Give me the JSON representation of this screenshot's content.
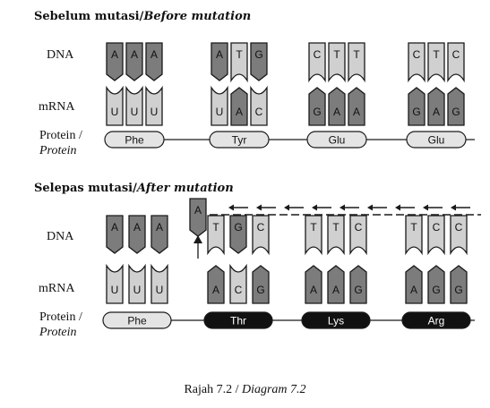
{
  "before": {
    "title": "Sebelum mutasi/",
    "title_en": "Before mutation",
    "row_labels": {
      "dna": "DNA",
      "mrna": "mRNA",
      "protein": "Protein /",
      "protein_en": "Protein"
    },
    "codons": [
      {
        "dna": [
          "A",
          "A",
          "A"
        ],
        "mrna": [
          "U",
          "U",
          "U"
        ],
        "amino_acid": "Phe"
      },
      {
        "dna": [
          "A",
          "T",
          "G"
        ],
        "mrna": [
          "U",
          "A",
          "C"
        ],
        "amino_acid": "Tyr"
      },
      {
        "dna": [
          "C",
          "T",
          "T"
        ],
        "mrna": [
          "G",
          "A",
          "A"
        ],
        "amino_acid": "Glu"
      },
      {
        "dna": [
          "C",
          "T",
          "C"
        ],
        "mrna": [
          "G",
          "A",
          "G"
        ],
        "amino_acid": "Glu"
      }
    ]
  },
  "after": {
    "title": "Selepas mutasi/",
    "title_en": "After mutation",
    "row_labels": {
      "dna": "DNA",
      "mrna": "mRNA",
      "protein": "Protein /",
      "protein_en": "Protein"
    },
    "deleted_base": "A",
    "codons": [
      {
        "dna": [
          "A",
          "A",
          "A"
        ],
        "mrna": [
          "U",
          "U",
          "U"
        ],
        "amino_acid": "Phe",
        "changed": false
      },
      {
        "dna": [
          "T",
          "G",
          "C"
        ],
        "mrna": [
          "A",
          "C",
          "G"
        ],
        "amino_acid": "Thr",
        "changed": true
      },
      {
        "dna": [
          "T",
          "T",
          "C"
        ],
        "mrna": [
          "A",
          "A",
          "G"
        ],
        "amino_acid": "Lys",
        "changed": true
      },
      {
        "dna": [
          "T",
          "C",
          "C"
        ],
        "mrna": [
          "A",
          "G",
          "G"
        ],
        "amino_acid": "Arg",
        "changed": true
      }
    ]
  },
  "caption": {
    "prefix": "Rajah 7.2 / ",
    "italic": "Diagram 7.2"
  },
  "colors": {
    "purine": "#7c7c7c",
    "pyrimidine": "#d0d0d0",
    "outline": "#1a1a1a",
    "protein_normal": "#e4e4e4",
    "protein_changed": "#111111"
  }
}
